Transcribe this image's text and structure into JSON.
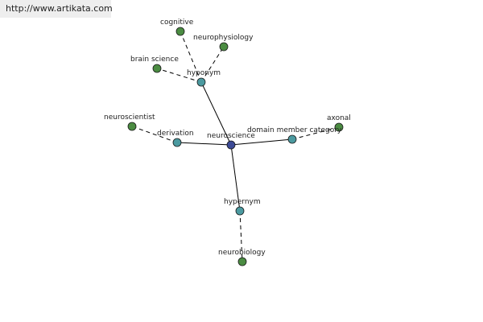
{
  "site_url": "http://www.artikata.com",
  "colors": {
    "center": "#3c4a96",
    "relation": "#4b9aa0",
    "leaf": "#4b8c42",
    "edge": "#000000",
    "text": "#222222"
  },
  "graph": {
    "nodes": [
      {
        "id": "neuroscience",
        "label": "neuroscience",
        "kind": "center"
      },
      {
        "id": "hyponym",
        "label": "hyponym",
        "kind": "relation"
      },
      {
        "id": "derivation",
        "label": "derivation",
        "kind": "relation"
      },
      {
        "id": "domain_member_category",
        "label": "domain member category",
        "kind": "relation"
      },
      {
        "id": "hypernym",
        "label": "hypernym",
        "kind": "relation"
      },
      {
        "id": "cognitive",
        "label": "cognitive",
        "kind": "leaf"
      },
      {
        "id": "neurophysiology",
        "label": "neurophysiology",
        "kind": "leaf"
      },
      {
        "id": "brain_science",
        "label": "brain science",
        "kind": "leaf"
      },
      {
        "id": "neuroscientist",
        "label": "neuroscientist",
        "kind": "leaf"
      },
      {
        "id": "axonal",
        "label": "axonal",
        "kind": "leaf"
      },
      {
        "id": "neurobiology",
        "label": "neurobiology",
        "kind": "leaf"
      }
    ],
    "edges": [
      {
        "from": "neuroscience",
        "to": "hyponym",
        "style": "solid"
      },
      {
        "from": "neuroscience",
        "to": "derivation",
        "style": "solid"
      },
      {
        "from": "neuroscience",
        "to": "domain_member_category",
        "style": "solid"
      },
      {
        "from": "neuroscience",
        "to": "hypernym",
        "style": "solid"
      },
      {
        "from": "hyponym",
        "to": "cognitive",
        "style": "dashed"
      },
      {
        "from": "hyponym",
        "to": "neurophysiology",
        "style": "dashed"
      },
      {
        "from": "hyponym",
        "to": "brain_science",
        "style": "dashed"
      },
      {
        "from": "derivation",
        "to": "neuroscientist",
        "style": "dashed"
      },
      {
        "from": "domain_member_category",
        "to": "axonal",
        "style": "dashed"
      },
      {
        "from": "hypernym",
        "to": "neurobiology",
        "style": "dashed"
      }
    ]
  }
}
